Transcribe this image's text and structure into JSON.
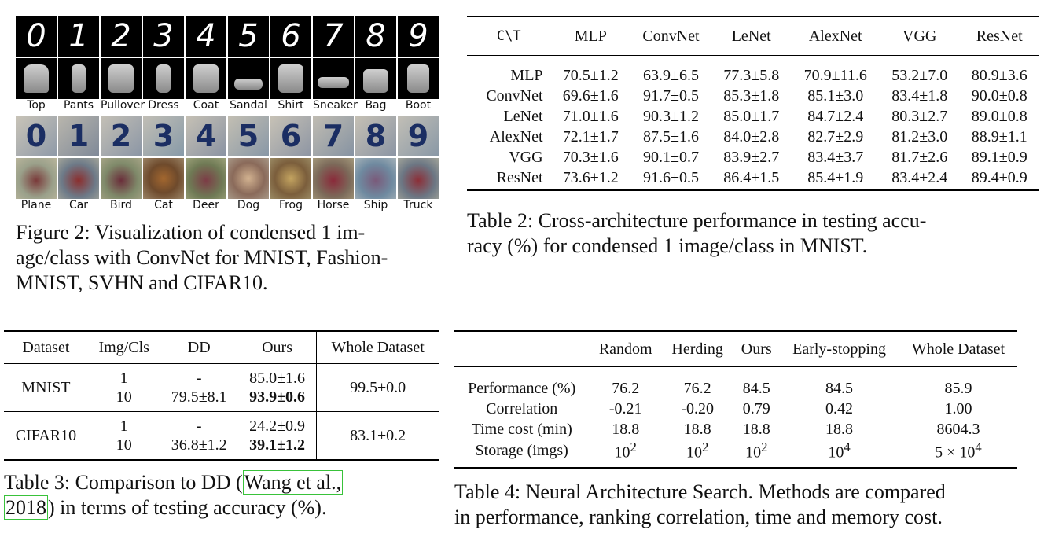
{
  "figure2": {
    "mnist_digits": [
      "0",
      "1",
      "2",
      "3",
      "4",
      "5",
      "6",
      "7",
      "8",
      "9"
    ],
    "fashion_labels": [
      "Top",
      "Pants",
      "Pullover",
      "Dress",
      "Coat",
      "Sandal",
      "Shirt",
      "Sneaker",
      "Bag",
      "Boot"
    ],
    "svhn_digits": [
      "0",
      "1",
      "2",
      "3",
      "4",
      "5",
      "6",
      "7",
      "8",
      "9"
    ],
    "cifar_labels": [
      "Plane",
      "Car",
      "Bird",
      "Cat",
      "Deer",
      "Dog",
      "Frog",
      "Horse",
      "Ship",
      "Truck"
    ],
    "caption_line1": "Figure 2:  Visualization of condensed 1 im-",
    "caption_line2": "age/class with ConvNet for MNIST, Fashion-",
    "caption_line3": "MNIST, SVHN and CIFAR10."
  },
  "table2": {
    "corner": "C\\T",
    "columns": [
      "MLP",
      "ConvNet",
      "LeNet",
      "AlexNet",
      "VGG",
      "ResNet"
    ],
    "rows": [
      {
        "name": "MLP",
        "cells": [
          "70.5±1.2",
          "63.9±6.5",
          "77.3±5.8",
          "70.9±11.6",
          "53.2±7.0",
          "80.9±3.6"
        ]
      },
      {
        "name": "ConvNet",
        "cells": [
          "69.6±1.6",
          "91.7±0.5",
          "85.3±1.8",
          "85.1±3.0",
          "83.4±1.8",
          "90.0±0.8"
        ]
      },
      {
        "name": "LeNet",
        "cells": [
          "71.0±1.6",
          "90.3±1.2",
          "85.0±1.7",
          "84.7±2.4",
          "80.3±2.7",
          "89.0±0.8"
        ]
      },
      {
        "name": "AlexNet",
        "cells": [
          "72.1±1.7",
          "87.5±1.6",
          "84.0±2.8",
          "82.7±2.9",
          "81.2±3.0",
          "88.9±1.1"
        ]
      },
      {
        "name": "VGG",
        "cells": [
          "70.3±1.6",
          "90.1±0.7",
          "83.9±2.7",
          "83.4±3.7",
          "81.7±2.6",
          "89.1±0.9"
        ]
      },
      {
        "name": "ResNet",
        "cells": [
          "73.6±1.2",
          "91.6±0.5",
          "86.4±1.5",
          "85.4±1.9",
          "83.4±2.4",
          "89.4±0.9"
        ]
      }
    ],
    "caption_line1": "Table 2:  Cross-architecture performance in testing accu-",
    "caption_line2": "racy (%) for condensed 1 image/class in MNIST."
  },
  "table3": {
    "headers": [
      "Dataset",
      "Img/Cls",
      "DD",
      "Ours",
      "Whole Dataset"
    ],
    "rows": [
      {
        "dataset": "MNIST",
        "ipc": [
          "1",
          "10"
        ],
        "dd": [
          "-",
          "79.5±8.1"
        ],
        "ours": [
          "85.0±1.6",
          "93.9±0.6"
        ],
        "whole": "99.5±0.0"
      },
      {
        "dataset": "CIFAR10",
        "ipc": [
          "1",
          "10"
        ],
        "dd": [
          "-",
          "36.8±1.2"
        ],
        "ours": [
          "24.2±0.9",
          "39.1±1.2"
        ],
        "whole": "83.1±0.2"
      }
    ],
    "caption_pre": "Table 3:  Comparison to DD (",
    "cite_1": "Wang et al.,",
    "cite_2": "2018",
    "caption_post": ") in terms of testing accuracy (%)."
  },
  "table4": {
    "headers": [
      "",
      "Random",
      "Herding",
      "Ours",
      "Early-stopping",
      "Whole Dataset"
    ],
    "rows": [
      {
        "name": "Performance (%)",
        "cells": [
          "76.2",
          "76.2",
          "84.5",
          "84.5",
          "85.9"
        ]
      },
      {
        "name": "Correlation",
        "cells": [
          "-0.21",
          "-0.20",
          "0.79",
          "0.42",
          "1.00"
        ]
      },
      {
        "name": "Time cost (min)",
        "cells": [
          "18.8",
          "18.8",
          "18.8",
          "18.8",
          "8604.3"
        ]
      },
      {
        "name": "Storage (imgs)",
        "cells": [
          "10",
          "10",
          "10",
          "10",
          "5 × 10"
        ],
        "exps": [
          "2",
          "2",
          "2",
          "4",
          "4"
        ]
      }
    ],
    "caption_line1": "Table 4:  Neural Architecture Search. Methods are compared",
    "caption_line2": "in performance, ranking correlation, time and memory cost."
  }
}
